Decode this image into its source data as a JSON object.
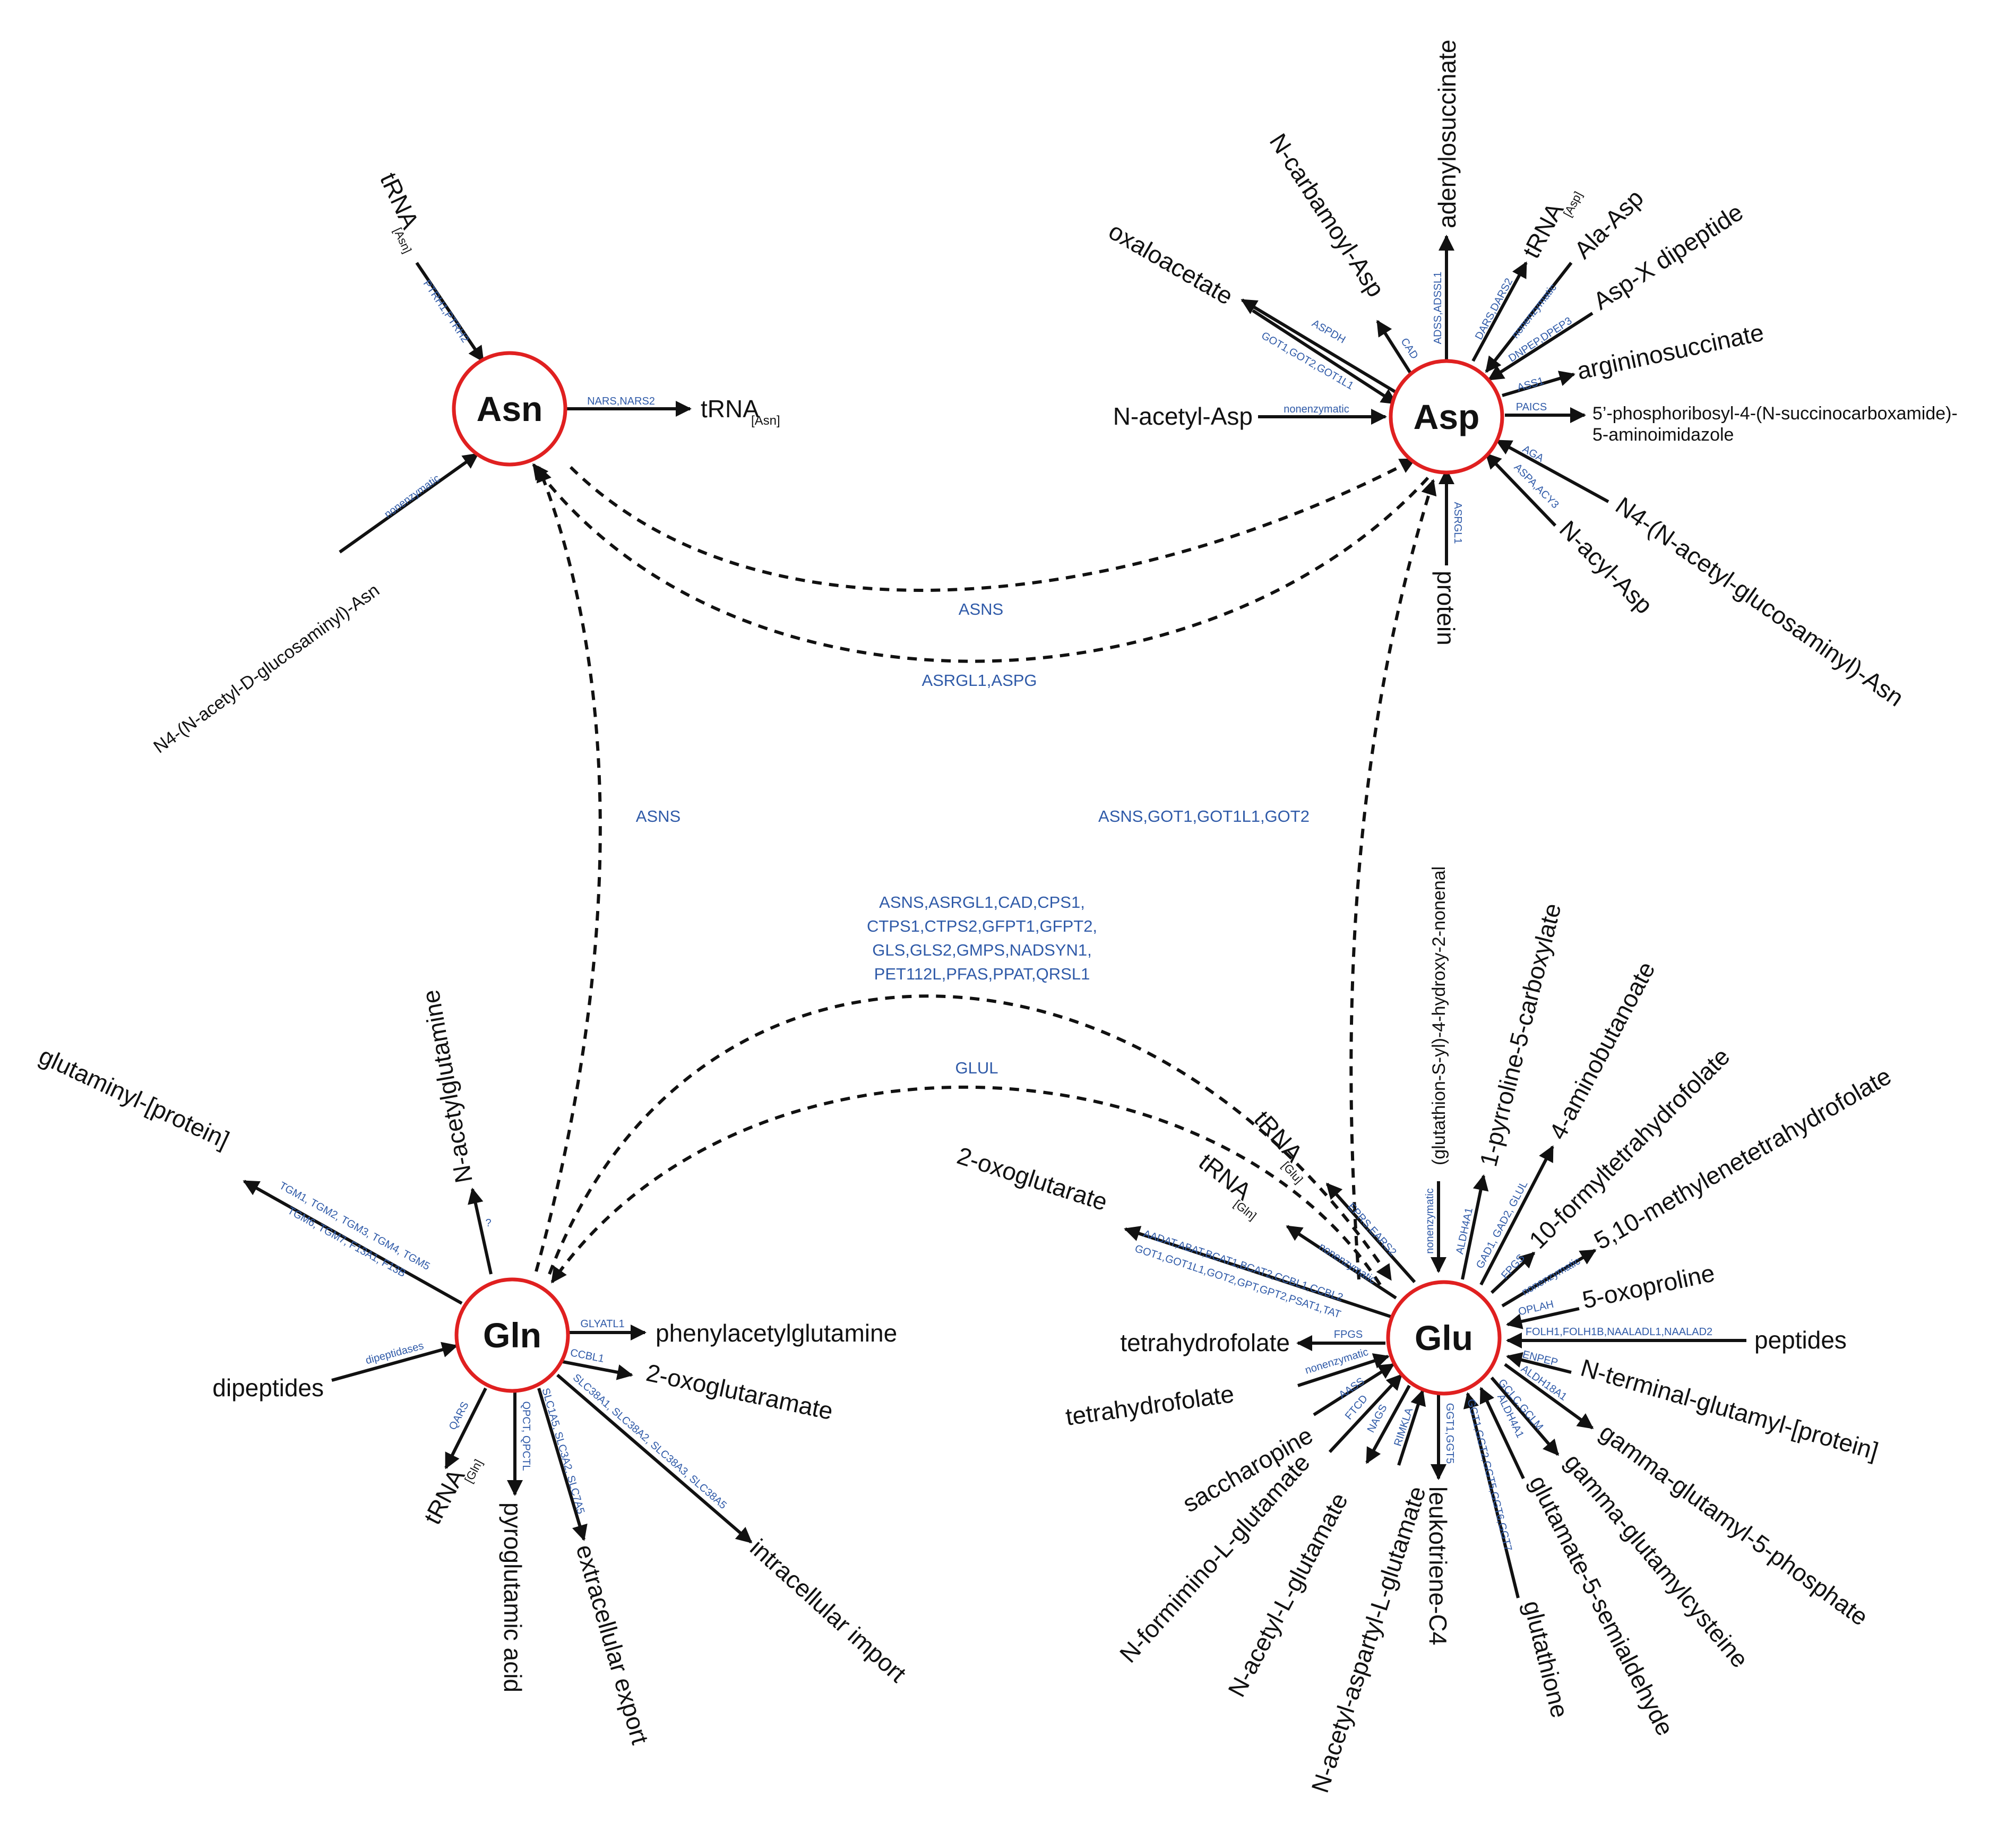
{
  "colors": {
    "arrow": "#111111",
    "hub_ring": "#e02020",
    "enzyme_text": "#2f5aa8",
    "metabolite_text": "#111111",
    "background": "#ffffff"
  },
  "hubs": {
    "asn": "Asn",
    "asp": "Asp",
    "gln": "Gln",
    "glu": "Glu"
  },
  "asn": {
    "trna_in": {
      "main": "tRNA",
      "sub": "[Asn]",
      "enzyme": "PTRH1,PTRH2"
    },
    "trna_out": {
      "main": "tRNA",
      "sub": "[Asn]",
      "enzyme": "NARS,NARS2"
    },
    "glcnac_in": {
      "label": "N4-(N-acetyl-D-glucosaminyl)-Asn",
      "enzyme": "nonenzymatic"
    }
  },
  "asp": {
    "oxaloacetate": {
      "label": "oxaloacetate",
      "enzyme_a": "ASPDH",
      "enzyme_b": "GOT1,GOT2,GOT1L1"
    },
    "carbamoyl": {
      "label": "N-carbamoyl-Asp",
      "enzyme": "CAD"
    },
    "adenylosuccinate": {
      "label": "adenylosuccinate",
      "enzyme": "ADSS,ADSSL1"
    },
    "trna": {
      "main": "tRNA",
      "sub": "[Asp]",
      "enzyme": "DARS,DARS2"
    },
    "ala_asp": {
      "label": "Ala-Asp",
      "enzyme": "nonenzymatic"
    },
    "aspx": {
      "label": "Asp-X dipeptide",
      "enzyme": "DNPEP,DPEP3"
    },
    "argininosuccinate": {
      "label": "argininosuccinate",
      "enzyme": "ASS1"
    },
    "paics": {
      "line1": "5’-phosphoribosyl-4-(N-succinocarboxamide)-",
      "line2": "5-aminoimidazole",
      "enzyme": "PAICS"
    },
    "n4": {
      "label": "N4-(N-acetyl-glucosaminyl)-Asn",
      "enzyme": "AGA"
    },
    "nacyl": {
      "label": "N-acyl-Asp",
      "enzyme": "ASPA,ACY3"
    },
    "protein": {
      "label": "protein",
      "enzyme": "ASRGL1"
    },
    "nacetyl": {
      "label": "N-acetyl-Asp",
      "enzyme": "nonenzymatic"
    }
  },
  "gln": {
    "glutaminyl": {
      "label": "glutaminyl-[protein]",
      "enzyme1": "TGM1, TGM2, TGM3, TGM4, TGM5",
      "enzyme2": "TGM6, TGM7, F13A1, F13B"
    },
    "nacetylgln": {
      "label": "N-acetylglutamine",
      "enzyme": "?"
    },
    "phenyl": {
      "label": "phenylacetylglutamine",
      "enzyme": "GLYATL1"
    },
    "oxoglutaramate": {
      "label": "2-oxoglutaramate",
      "enzyme": "CCBL1"
    },
    "dipeptides": {
      "label": "dipeptides",
      "enzyme": "dipeptidases"
    },
    "trna": {
      "main": "tRNA",
      "sub": "[Gln]",
      "enzyme": "QARS"
    },
    "pyroglutamic": {
      "label": "pyroglutamic acid",
      "enzyme": "QPCT, QPCTL"
    },
    "export": {
      "label": "extracellular export",
      "enzyme": "SLC1A5, SLC3A2, SLC7A5"
    },
    "import": {
      "label": "intracellular import",
      "enzyme": "SLC38A1, SLC38A2, SLC38A3, SLC38A5"
    }
  },
  "glu": {
    "oxoglutarate": {
      "label": "2-oxoglutarate",
      "enzyme1": "AADAT,ABAT,BCAT1,BCAT2,CCBL1,CCBL2",
      "enzyme2": "GOT1,GOT1L1,GOT2,GPT,GPT2,PSAT1,TAT"
    },
    "trna_gln": {
      "main": "tRNA",
      "sub": "[Gln]",
      "enzyme": "nonenzymatic"
    },
    "trna_glu": {
      "main": "tRNA",
      "sub": "[Glu]",
      "enzyme": "EPRS,EARS2"
    },
    "glutathionyl": {
      "label": "(glutathion-S-yl)-4-hydroxy-2-nonenal",
      "enzyme": "nonenzymatic"
    },
    "pyrroline": {
      "label": "1-pyrroline-5-carboxylate",
      "enzyme": "ALDH4A1"
    },
    "aminobutanoate": {
      "label": "4-aminobutanoate",
      "enzyme": "GAD1, GAD2, GLUL"
    },
    "formylthf": {
      "label": "10-formyltetrahydrofolate",
      "enzyme": "FPGS"
    },
    "methylenethf": {
      "label": "5,10-methylenetetrahydrofolate",
      "enzyme": "nonenzymatic"
    },
    "oxoproline": {
      "label": "5-oxoproline",
      "enzyme": "OPLAH"
    },
    "peptides": {
      "label": "peptides",
      "enzyme": "FOLH1,FOLH1B,NAALADL1,NAALAD2"
    },
    "nterminal": {
      "label": "N-terminal-glutamyl-[protein]",
      "enzyme": "ENPEP"
    },
    "g5p": {
      "label": "gamma-glutamyl-5-phosphate",
      "enzyme": "ALDH18A1"
    },
    "gglucys": {
      "label": "gamma-glutamylcysteine",
      "enzyme": "GCLC,GCLM"
    },
    "g5sa": {
      "label": "glutamate-5-semialdehyde",
      "enzyme": "ALDH4A1"
    },
    "glutathione": {
      "label": "glutathione",
      "enzyme": "GGT1,GGT2,GGT5,GGT6,GGT7"
    },
    "leukotriene": {
      "label": "leukotriene-C4",
      "enzyme": "GGT1,GGT5"
    },
    "naag": {
      "label": "N-acetyl-aspartyl-L-glutamate",
      "enzyme": "RIMKLA"
    },
    "nacetylglu": {
      "label": "N-acetyl-L-glutamate",
      "enzyme": "NAGS"
    },
    "formimino": {
      "label": "N-formimino-L-glutamate",
      "enzyme": "FTCD"
    },
    "saccharopine": {
      "label": "saccharopine",
      "enzyme": "AASS"
    },
    "thf_in": {
      "label": "tetrahydrofolate",
      "enzyme": "nonenzymatic"
    },
    "thf_out": {
      "label": "tetrahydrofolate",
      "enzyme": "FPGS"
    }
  },
  "links": {
    "asn_to_asp": "ASNS",
    "asp_to_asn": "ASRGL1,ASPG",
    "gln_to_asn": "ASNS",
    "glu_to_asp": "ASNS,GOT1,GOT1L1,GOT2",
    "gln_to_glu": [
      "ASNS,ASRGL1,CAD,CPS1,",
      "CTPS1,CTPS2,GFPT1,GFPT2,",
      "GLS,GLS2,GMPS,NADSYN1,",
      "PET112L,PFAS,PPAT,QRSL1"
    ],
    "glu_to_gln": "GLUL"
  }
}
